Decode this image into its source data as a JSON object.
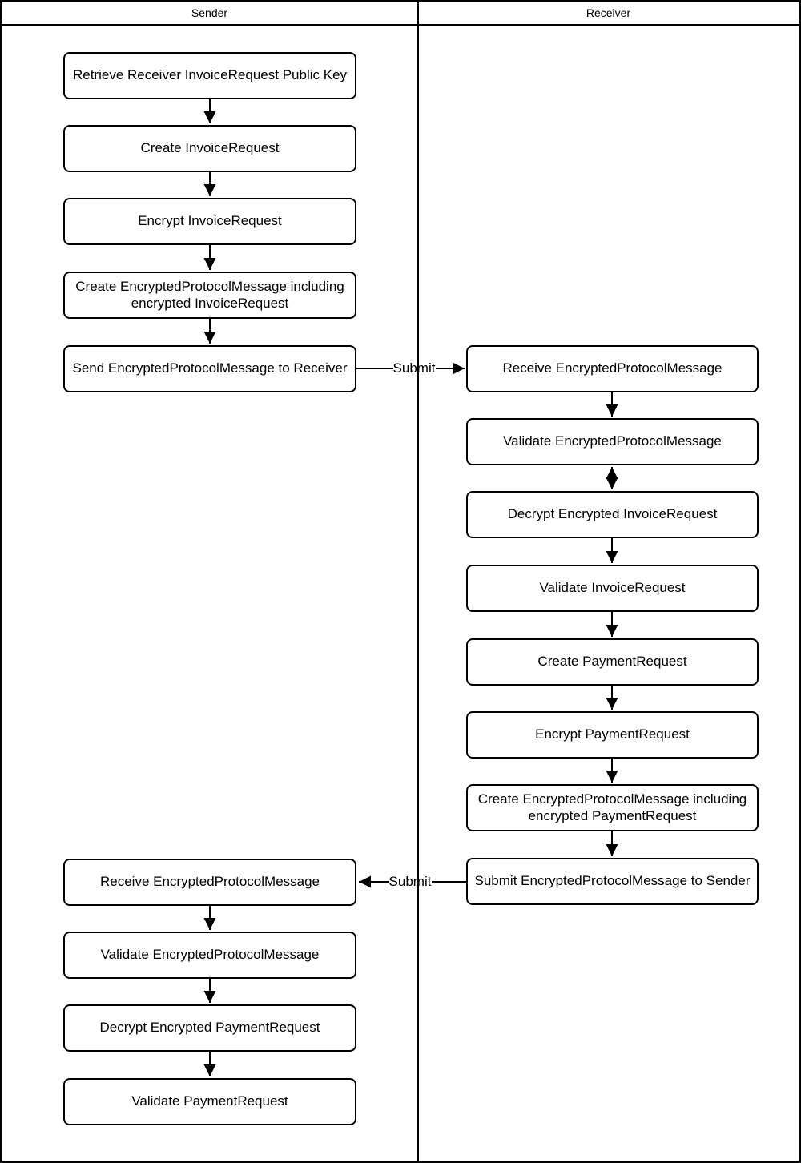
{
  "lanes": [
    {
      "label": "Sender"
    },
    {
      "label": "Receiver"
    }
  ],
  "nodes": [
    {
      "id": "retrieve-receiver-public-key",
      "lane": "Sender",
      "label": "Retrieve Receiver InvoiceRequest Public Key"
    },
    {
      "id": "create-invoicerequest",
      "lane": "Sender",
      "label": "Create InvoiceRequest"
    },
    {
      "id": "encrypt-invoicerequest",
      "lane": "Sender",
      "label": "Encrypt InvoiceRequest"
    },
    {
      "id": "create-epm-invoicerequest",
      "lane": "Sender",
      "label": "Create EncryptedProtocolMessage including encrypted InvoiceRequest"
    },
    {
      "id": "send-epm-to-receiver",
      "lane": "Sender",
      "label": "Send EncryptedProtocolMessage to Receiver"
    },
    {
      "id": "receive-epm-receiver",
      "lane": "Receiver",
      "label": "Receive EncryptedProtocolMessage"
    },
    {
      "id": "validate-epm-receiver",
      "lane": "Receiver",
      "label": "Validate EncryptedProtocolMessage"
    },
    {
      "id": "decrypt-encrypted-invoicerequest",
      "lane": "Receiver",
      "label": "Decrypt Encrypted InvoiceRequest"
    },
    {
      "id": "validate-invoicerequest",
      "lane": "Receiver",
      "label": "Validate InvoiceRequest"
    },
    {
      "id": "create-paymentrequest",
      "lane": "Receiver",
      "label": "Create PaymentRequest"
    },
    {
      "id": "encrypt-paymentrequest",
      "lane": "Receiver",
      "label": "Encrypt PaymentRequest"
    },
    {
      "id": "create-epm-paymentrequest",
      "lane": "Receiver",
      "label": "Create EncryptedProtocolMessage including encrypted PaymentRequest"
    },
    {
      "id": "submit-epm-to-sender",
      "lane": "Receiver",
      "label": "Submit EncryptedProtocolMessage to Sender"
    },
    {
      "id": "receive-epm-sender",
      "lane": "Sender",
      "label": "Receive EncryptedProtocolMessage"
    },
    {
      "id": "validate-epm-sender",
      "lane": "Sender",
      "label": "Validate EncryptedProtocolMessage"
    },
    {
      "id": "decrypt-encrypted-paymentrequest",
      "lane": "Sender",
      "label": "Decrypt Encrypted PaymentRequest"
    },
    {
      "id": "validate-paymentrequest",
      "lane": "Sender",
      "label": "Validate PaymentRequest"
    }
  ],
  "edges": {
    "submit_to_receiver": {
      "label": "Submit"
    },
    "submit_to_sender": {
      "label": "Submit"
    }
  },
  "colors": {
    "line": "#000000",
    "node_background": "#ffffff",
    "page_background": "#ffffff"
  }
}
